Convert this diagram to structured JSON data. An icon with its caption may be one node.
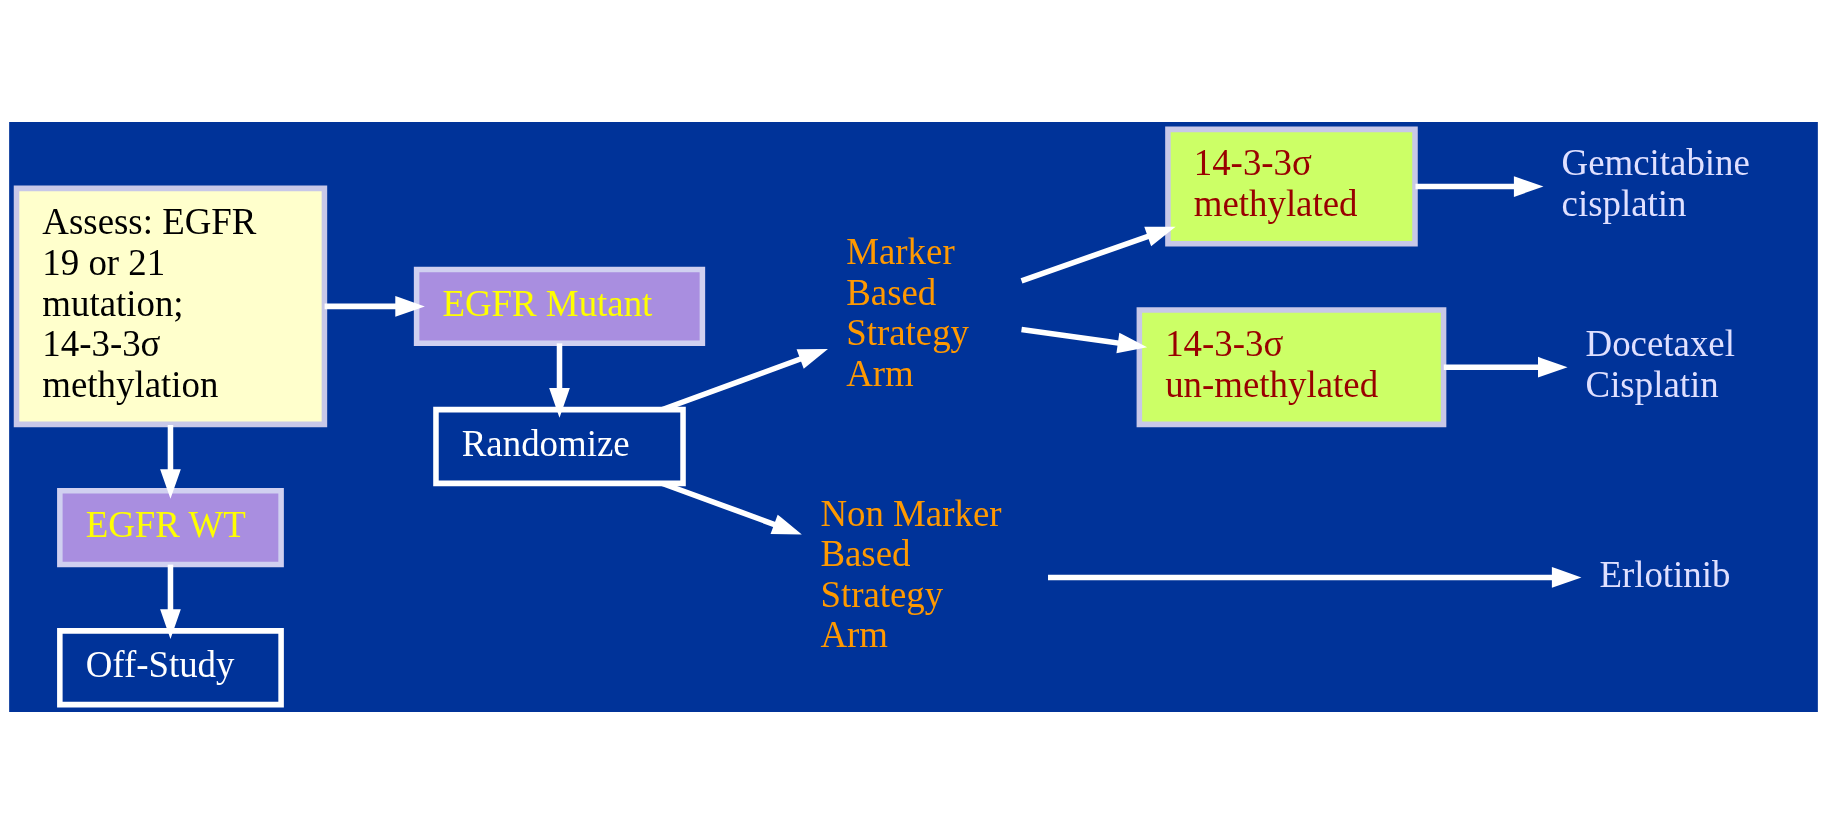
{
  "diagram": {
    "nodes": [
      {
        "text": [
          "Assess: EGFR 19 or 21 mutation; 14-3-3σ methylation"
        ]
      },
      {
        "text": [
          "EGFR Mutant"
        ]
      },
      {
        "text": [
          "Marker Based Strategy Arm"
        ]
      },
      {
        "text": [
          "14-3-3σ methylated"
        ]
      },
      {
        "text": [
          "Gemcitabine cisplatin"
        ]
      },
      {
        "text": [
          "14-3-3σ un-methylated"
        ]
      },
      {
        "text": [
          "Docetaxel Cisplatin"
        ]
      },
      {
        "text": [
          "Randomize"
        ]
      },
      {
        "text": [
          "EGFR WT"
        ]
      },
      {
        "text": [
          "Off-Study"
        ]
      },
      {
        "text": [
          "Non Marker Based Strategy Arm"
        ]
      },
      {
        "text": [
          "Erlotinib"
        ]
      }
    ],
    "edges": [
      {
        "from": 0,
        "to": 1,
        "arrow": "to"
      },
      {
        "from": 0,
        "to": 8,
        "arrow": "to"
      },
      {
        "from": 1,
        "to": 7,
        "arrow": "to"
      },
      {
        "from": 7,
        "to": 2,
        "arrow": "to"
      },
      {
        "from": 2,
        "to": 3,
        "arrow": "to"
      },
      {
        "from": 2,
        "to": 5,
        "arrow": "to"
      },
      {
        "from": 3,
        "to": 4,
        "arrow": "to"
      },
      {
        "from": 5,
        "to": 6,
        "arrow": "to"
      },
      {
        "from": 7,
        "to": 10,
        "arrow": "to"
      },
      {
        "from": 8,
        "to": 9,
        "arrow": "to"
      },
      {
        "from": 10,
        "to": 11,
        "arrow": "to"
      }
    ]
  }
}
